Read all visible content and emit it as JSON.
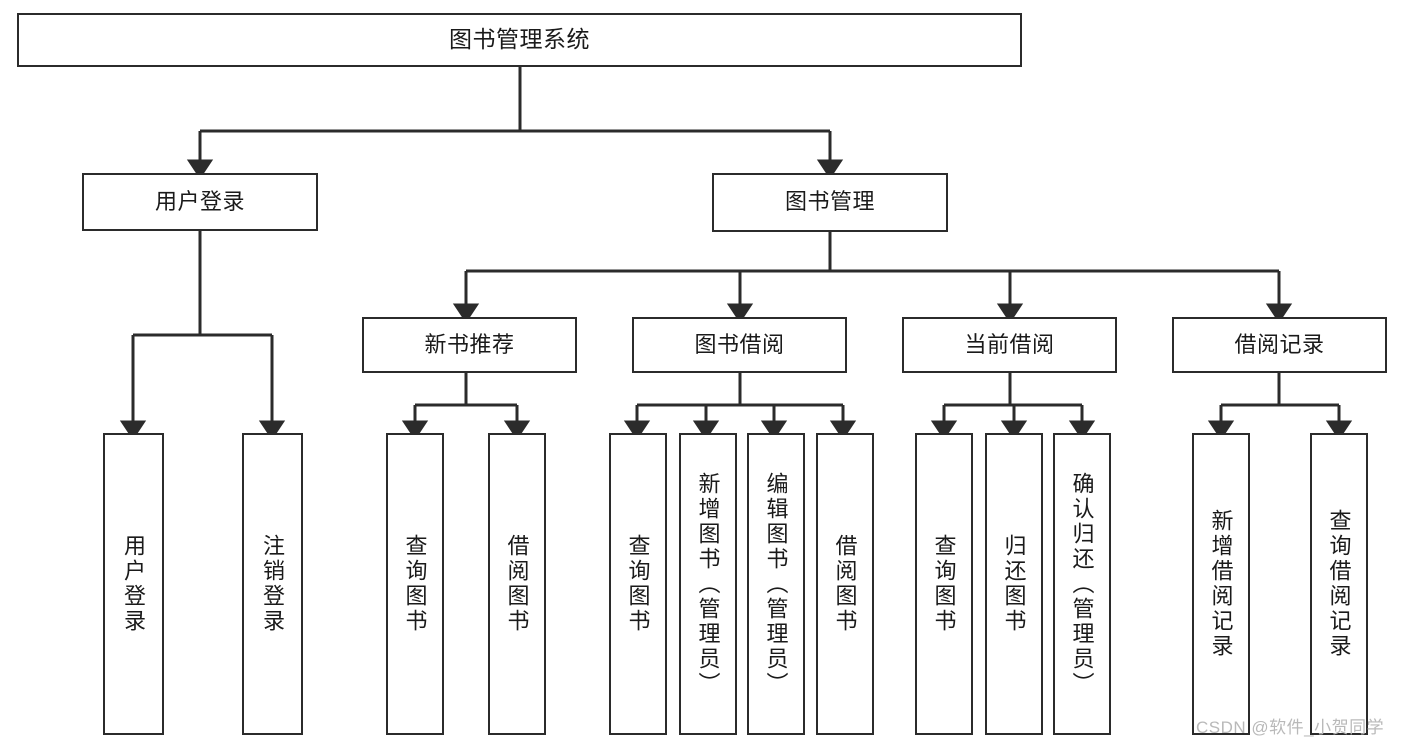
{
  "diagram": {
    "title": "图书管理系统",
    "root": {
      "label": "图书管理系统"
    },
    "level1": [
      {
        "label": "用户登录"
      },
      {
        "label": "图书管理"
      }
    ],
    "level2": [
      {
        "label": "新书推荐"
      },
      {
        "label": "图书借阅"
      },
      {
        "label": "当前借阅"
      },
      {
        "label": "借阅记录"
      }
    ],
    "leaves": [
      {
        "label": "用户登录"
      },
      {
        "label": "注销登录"
      },
      {
        "label": "查询图书"
      },
      {
        "label": "借阅图书"
      },
      {
        "label": "查询图书"
      },
      {
        "label": "新增图书（管理员）"
      },
      {
        "label": "编辑图书（管理员）"
      },
      {
        "label": "借阅图书"
      },
      {
        "label": "查询图书"
      },
      {
        "label": "归还图书"
      },
      {
        "label": "确认归还（管理员）"
      },
      {
        "label": "新增借阅记录"
      },
      {
        "label": "查询借阅记录"
      }
    ]
  },
  "watermark": {
    "text": "CSDN @软件_小贺同学"
  },
  "colors": {
    "stroke": "#2b2b2b",
    "text": "#1a1a1a",
    "background": "#ffffff",
    "watermark": "#b9b9b9"
  }
}
